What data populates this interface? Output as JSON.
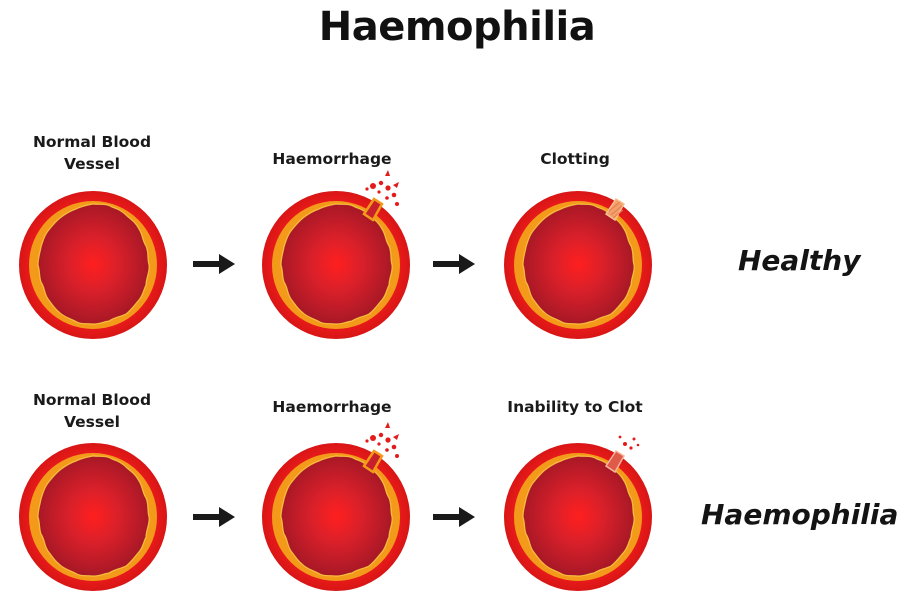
{
  "title": "Haemophilia",
  "rows": [
    {
      "label": "Healthy",
      "stages": [
        {
          "label": "Normal Blood Vessel",
          "state": "normal"
        },
        {
          "label": "Haemorrhage",
          "state": "haemorrhage"
        },
        {
          "label": "Clotting",
          "state": "clotting"
        }
      ]
    },
    {
      "label": "Haemophilia",
      "stages": [
        {
          "label": "Normal Blood Vessel",
          "state": "normal"
        },
        {
          "label": "Haemorrhage",
          "state": "haemorrhage"
        },
        {
          "label": "Inability to Clot",
          "state": "inability"
        }
      ]
    }
  ],
  "colors": {
    "vessel_outer": "#e8191c",
    "vessel_wall": "#f49a1b",
    "lumen": "#c8202a",
    "lumen_center": "#ff2222",
    "blood_drop": "#e31b1b",
    "arrow": "#1a1a1a",
    "text": "#1a1a1a"
  }
}
